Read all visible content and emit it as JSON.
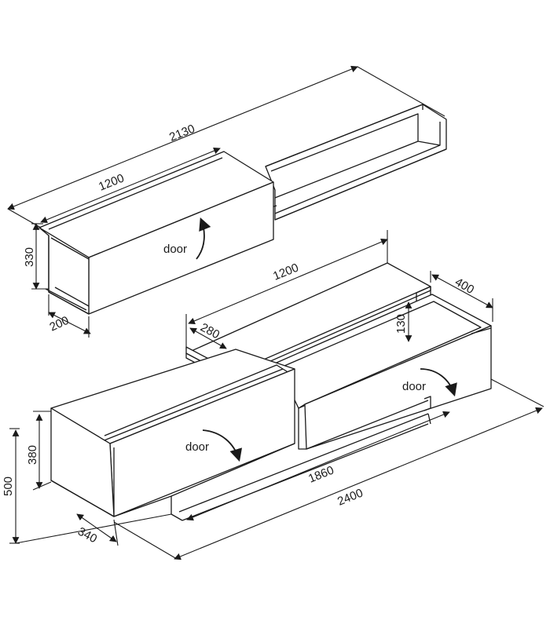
{
  "dimensions": {
    "overall_shelf_width": "2130",
    "wall_cabinet_width": "1200",
    "wall_cabinet_height": "330",
    "wall_cabinet_depth": "200",
    "upper_shelf_width": "1200",
    "upper_shelf_depth": "400",
    "upper_shelf_depth_inner": "280",
    "upper_shelf_height": "130",
    "base_cabinet_height": "380",
    "total_height": "500",
    "base_depth": "340",
    "inner_width": "1860",
    "overall_width": "2400"
  },
  "labels": {
    "door_wall": "door",
    "door_base_left": "door",
    "door_base_right": "door"
  }
}
